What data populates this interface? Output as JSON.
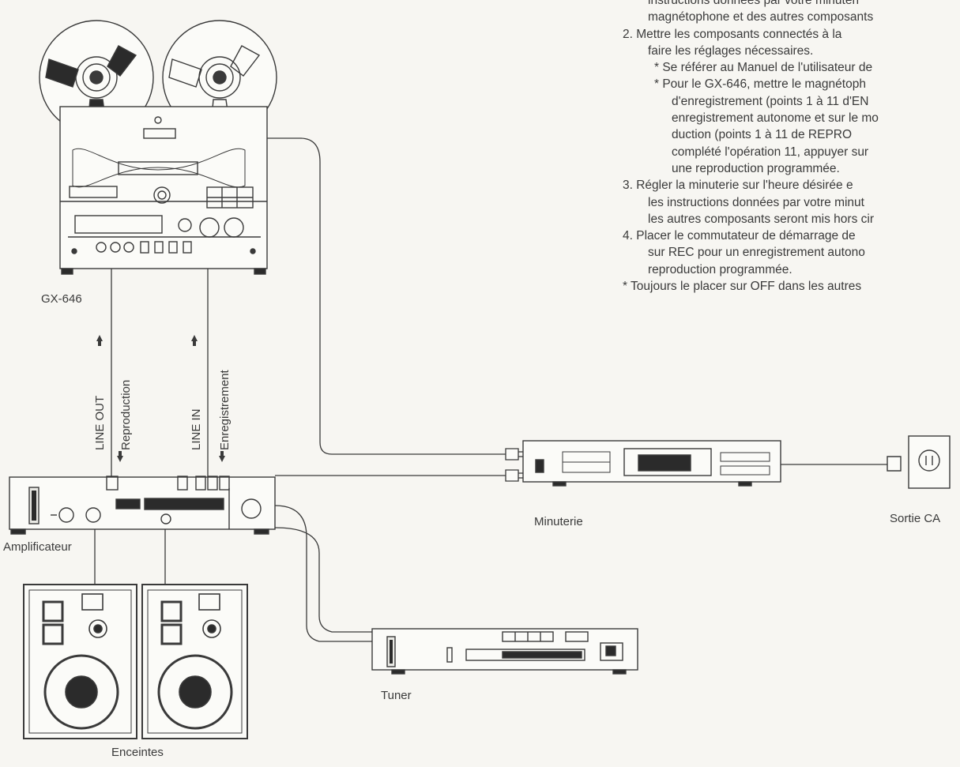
{
  "instructions": {
    "lines": [
      {
        "text": "instructions données par votre minuteri",
        "indent": 0
      },
      {
        "text": "magnétophone et des autres composants",
        "indent": 0
      },
      {
        "text": "2.  Mettre les composants connectés à la",
        "indent": -32
      },
      {
        "text": "faire les réglages nécessaires.",
        "indent": 0
      },
      {
        "text": "*    Se référer au Manuel de l'utilisateur de",
        "indent": 8
      },
      {
        "text": "*    Pour le GX-646, mettre le magnétoph",
        "indent": 8
      },
      {
        "text": "d'enregistrement (points 1 à 11 d'EN",
        "indent": 30
      },
      {
        "text": "enregistrement autonome et sur le mo",
        "indent": 30
      },
      {
        "text": "duction (points 1 à 11 de REPRO",
        "indent": 30
      },
      {
        "text": "complété l'opération 11, appuyer sur",
        "indent": 30
      },
      {
        "text": "une reproduction programmée.",
        "indent": 30
      },
      {
        "text": "3.  Régler la minuterie sur l'heure désirée e",
        "indent": -32
      },
      {
        "text": "les instructions données par votre minut",
        "indent": 0
      },
      {
        "text": "les autres composants seront mis hors cir",
        "indent": 0
      },
      {
        "text": "4.  Placer le commutateur de démarrage de",
        "indent": -32
      },
      {
        "text": "sur REC pour un enregistrement autono",
        "indent": 0
      },
      {
        "text": "reproduction programmée.",
        "indent": 0
      },
      {
        "text": "*    Toujours le placer sur OFF dans les autres",
        "indent": -32
      }
    ]
  },
  "labels": {
    "tape_deck": "GX-646",
    "amplifier": "Amplificateur",
    "speakers": "Enceintes",
    "timer": "Minuterie",
    "tuner": "Tuner",
    "ac_outlet": "Sortie CA",
    "line_out": "LINE OUT",
    "playback": "Reproduction",
    "line_in": "LINE IN",
    "recording": "Enregistrement"
  },
  "colors": {
    "ink": "#3a3a3a",
    "paper": "#f7f6f2",
    "device_fill": "#fbfbf8",
    "dark_panel": "#2b2b2b"
  }
}
